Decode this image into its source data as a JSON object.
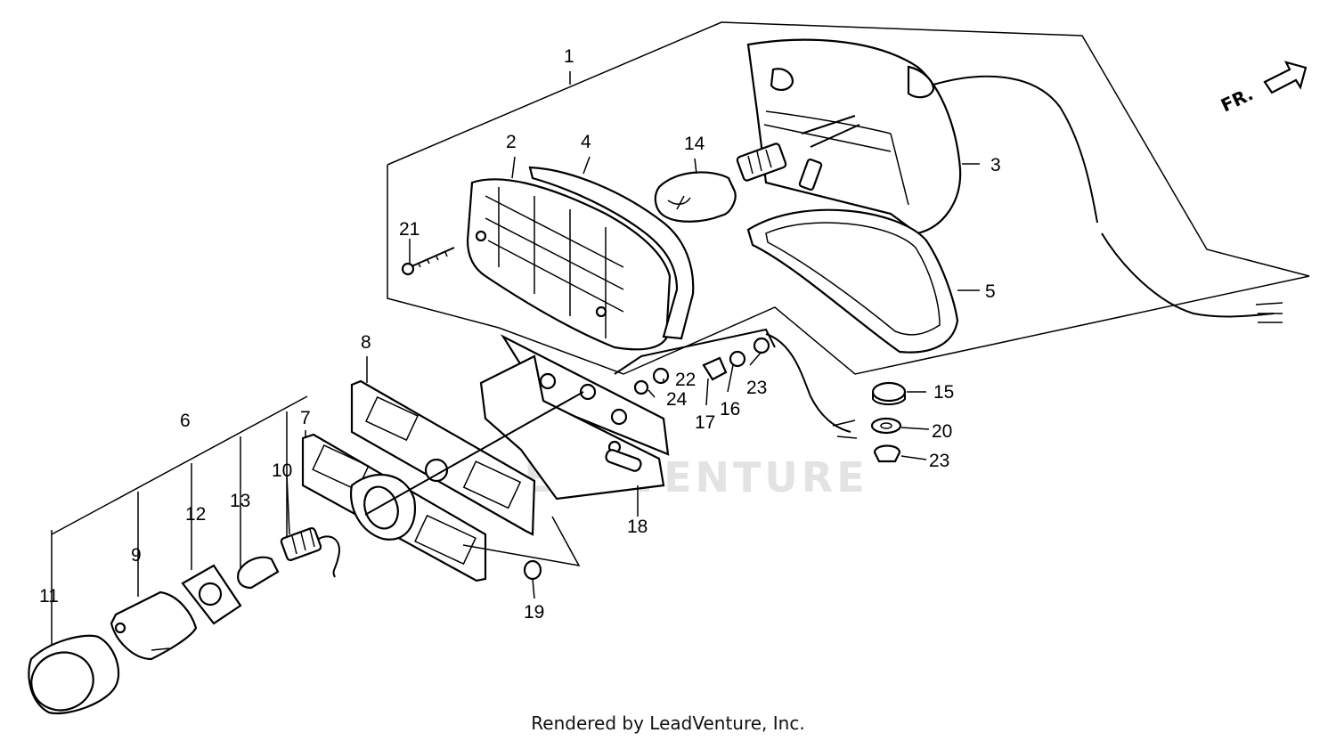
{
  "diagram": {
    "direction_label": "FR.",
    "watermark": "LEADVENTURE",
    "labels": {
      "p1": "1",
      "p2": "2",
      "p3": "3",
      "p4": "4",
      "p5": "5",
      "p6": "6",
      "p7": "7",
      "p8": "8",
      "p9": "9",
      "p10": "10",
      "p11": "11",
      "p12": "12",
      "p13": "13",
      "p14": "14",
      "p15": "15",
      "p16": "16",
      "p17": "17",
      "p18": "18",
      "p19": "19",
      "p20": "20",
      "p21": "21",
      "p22": "22",
      "p23a": "23",
      "p23b": "23",
      "p24": "24"
    }
  },
  "footer": {
    "credit": "Rendered by LeadVenture, Inc."
  }
}
